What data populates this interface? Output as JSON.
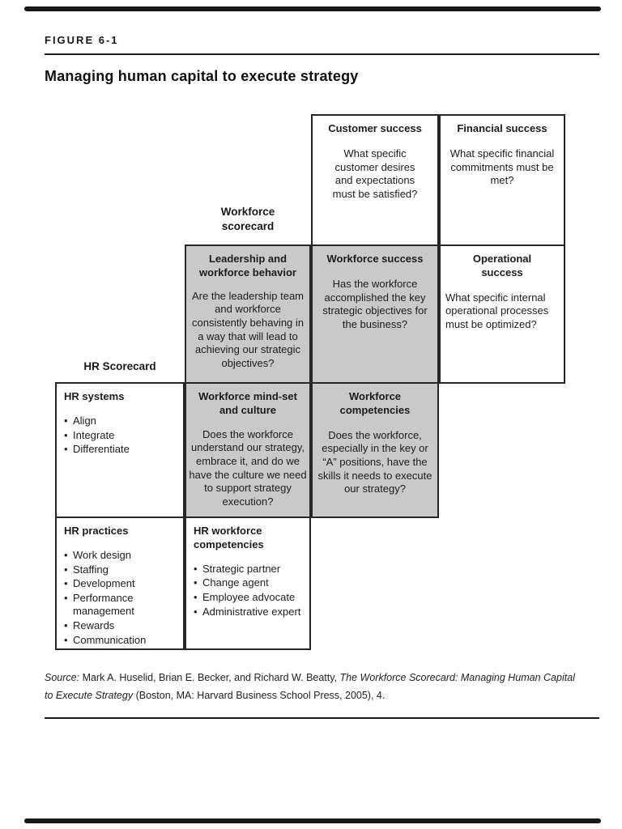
{
  "header": {
    "figure_label": "FIGURE 6-1",
    "title": "Managing human capital to execute strategy"
  },
  "grid_labels": {
    "workforce_scorecard": "Workforce scorecard",
    "hr_scorecard": "HR Scorecard"
  },
  "cells": {
    "customer_success": {
      "title": "Customer success",
      "body": "What specific customer desires and expectations must be satisfied?"
    },
    "financial_success": {
      "title": "Financial success",
      "body": "What specific financial commitments must be met?"
    },
    "leadership_behavior": {
      "title": "Leadership and workforce behavior",
      "body": "Are the leadership team and workforce consistently behaving in a way that will lead to achieving our strategic objectives?"
    },
    "workforce_success": {
      "title": "Workforce success",
      "body": "Has the workforce accomplished the key strategic objectives for the business?"
    },
    "operational_success": {
      "title": "Operational success",
      "body": "What specific internal operational processes must be optimized?"
    },
    "hr_systems": {
      "title": "HR systems",
      "bullets": [
        "Align",
        "Integrate",
        "Differentiate"
      ]
    },
    "workforce_mindset": {
      "title": "Workforce mind-set and culture",
      "body": "Does the workforce understand our strategy, embrace it, and do we have the culture we need to support strategy execution?"
    },
    "workforce_competencies": {
      "title": "Workforce competencies",
      "body": "Does the workforce, especially in the key or “A” positions, have the skills it needs to execute our strategy?"
    },
    "hr_practices": {
      "title": "HR practices",
      "bullets": [
        "Work design",
        "Staffing",
        "Development",
        "Performance management",
        "Rewards",
        "Communication"
      ]
    },
    "hr_workforce_competencies": {
      "title": "HR workforce competencies",
      "bullets": [
        "Strategic partner",
        "Change agent",
        "Employee advocate",
        "Administrative expert"
      ]
    }
  },
  "source": {
    "prefix": "Source:",
    "authors": "  Mark A. Huselid, Brian E. Becker, and Richard W. Beatty, ",
    "book_title": "The Workforce Scorecard: Managing Human Capital to Execute Strategy",
    "suffix": " (Boston, MA: Harvard Business School Press, 2005), 4."
  },
  "colors": {
    "cell_gray": "#c9c9c9",
    "border": "#262626",
    "edge_bar": "#181818",
    "text": "#1a1a1a"
  }
}
